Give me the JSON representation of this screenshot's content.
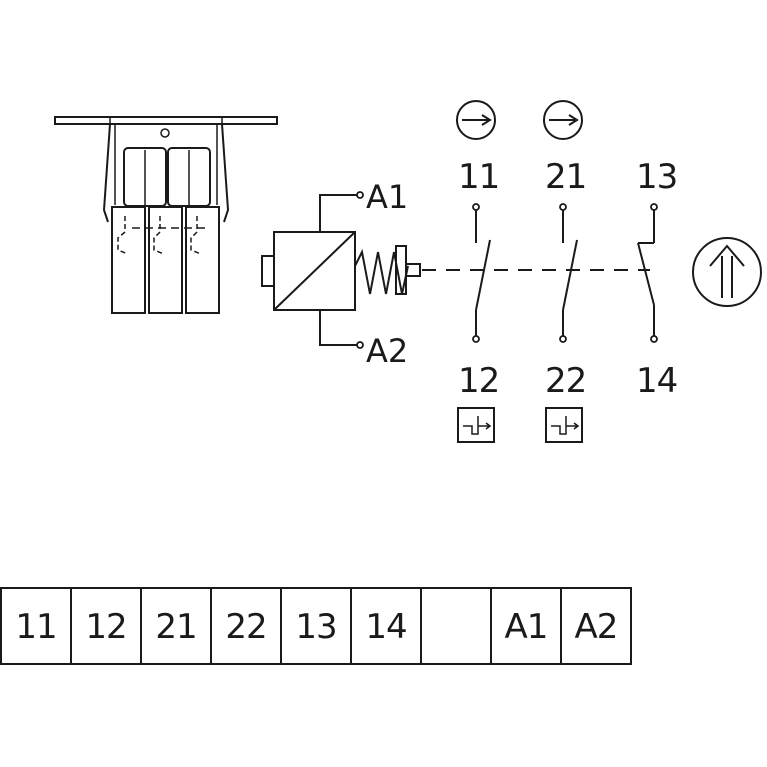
{
  "contacts": [
    {
      "top": "11",
      "bottom": "12",
      "type": "NC",
      "has_arrow_symbol": true,
      "has_delay_symbol": true
    },
    {
      "top": "21",
      "bottom": "22",
      "type": "NC",
      "has_arrow_symbol": true,
      "has_delay_symbol": true
    },
    {
      "top": "13",
      "bottom": "14",
      "type": "NO",
      "has_arrow_symbol": false,
      "has_delay_symbol": false
    }
  ],
  "coil": {
    "top_label": "A1",
    "bottom_label": "A2"
  },
  "terminal_strip": {
    "cells": [
      "11",
      "12",
      "21",
      "22",
      "13",
      "14",
      "",
      "A1",
      "A2"
    ]
  },
  "icons": {
    "rotation": "arrow-right-circle-icon",
    "delay": "delayed-contact-icon",
    "direction": "double-up-arrow-icon"
  },
  "colors": {
    "line": "#1a1a1a",
    "background": "#ffffff"
  }
}
